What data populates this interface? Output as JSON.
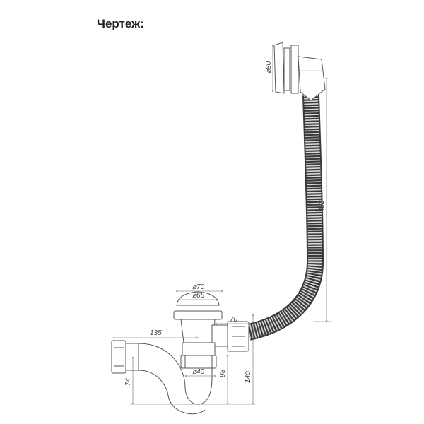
{
  "title": "Чертеж:",
  "dimensions": {
    "overflow_diameter": "⌀80",
    "hose_height": "422",
    "cap_outer_diameter": "⌀70",
    "cap_inner_diameter": "⌀68",
    "outlet_offset": "70",
    "trap_length": "135",
    "trap_diameter": "⌀40",
    "trap_depth": "74",
    "drain_depth": "98",
    "total_depth": "140"
  }
}
